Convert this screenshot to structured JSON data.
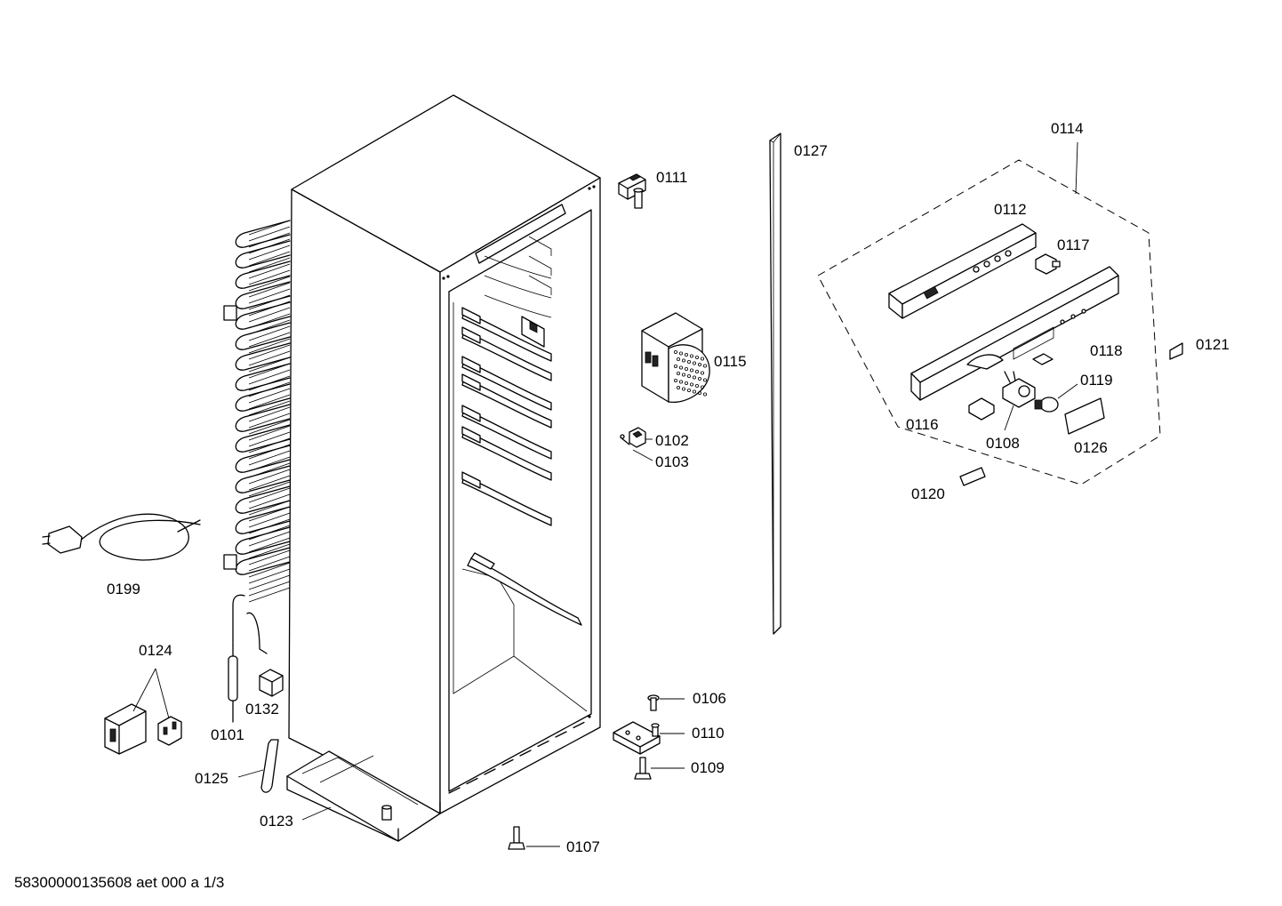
{
  "parts": [
    {
      "id": "p0111",
      "label": "0111"
    },
    {
      "id": "p0127",
      "label": "0127"
    },
    {
      "id": "p0114",
      "label": "0114"
    },
    {
      "id": "p0112",
      "label": "0112"
    },
    {
      "id": "p0117",
      "label": "0117"
    },
    {
      "id": "p0115",
      "label": "0115"
    },
    {
      "id": "p0121",
      "label": "0121"
    },
    {
      "id": "p0118",
      "label": "0118"
    },
    {
      "id": "p0119",
      "label": "0119"
    },
    {
      "id": "p0116",
      "label": "0116"
    },
    {
      "id": "p0108",
      "label": "0108"
    },
    {
      "id": "p0126",
      "label": "0126"
    },
    {
      "id": "p0102",
      "label": "0102"
    },
    {
      "id": "p0103",
      "label": "0103"
    },
    {
      "id": "p0120",
      "label": "0120"
    },
    {
      "id": "p0199",
      "label": "0199"
    },
    {
      "id": "p0124",
      "label": "0124"
    },
    {
      "id": "p0132",
      "label": "0132"
    },
    {
      "id": "p0101",
      "label": "0101"
    },
    {
      "id": "p0106",
      "label": "0106"
    },
    {
      "id": "p0110",
      "label": "0110"
    },
    {
      "id": "p0109",
      "label": "0109"
    },
    {
      "id": "p0125",
      "label": "0125"
    },
    {
      "id": "p0123",
      "label": "0123"
    },
    {
      "id": "p0107",
      "label": "0107"
    }
  ],
  "footer": {
    "text": "58300000135608 aet 000 a 1/3"
  }
}
